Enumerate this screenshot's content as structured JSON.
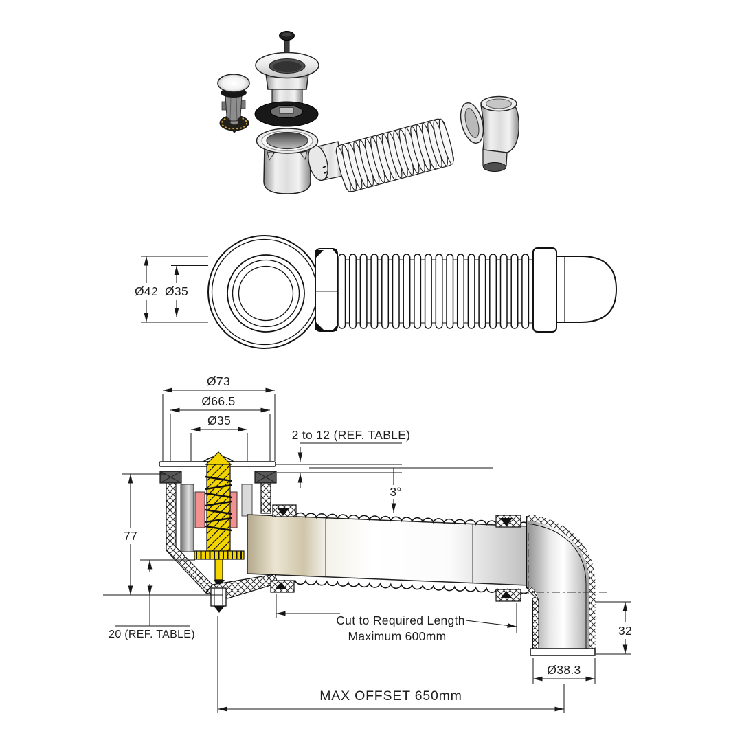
{
  "drawing": {
    "background": "#ffffff",
    "colors": {
      "outline": "#1a1a1a",
      "mechanism_yellow": "#f2d500",
      "seal_salmon": "#f29090",
      "gasket_gray": "#585858",
      "pipe_beige": "#cfc5a9",
      "washer_black": "#181818"
    },
    "plan_view": {
      "dim_hose_outer": "Ø42",
      "dim_hose_inner": "Ø35"
    },
    "section_view": {
      "dim_flange": "Ø73",
      "dim_body": "Ø66.5",
      "dim_throat": "Ø35",
      "dim_panel_gap": "2 to 12 (REF. TABLE)",
      "dim_fall_angle": "3°",
      "dim_overall_height": "77",
      "dim_tail_depth": "20 (REF. TABLE)",
      "note_cut_line1": "Cut to Required Length",
      "note_cut_line2": "Maximum 600mm",
      "dim_outlet_length": "32",
      "dim_outlet_dia": "Ø38.3",
      "dim_max_offset": "MAX OFFSET 650mm"
    }
  }
}
